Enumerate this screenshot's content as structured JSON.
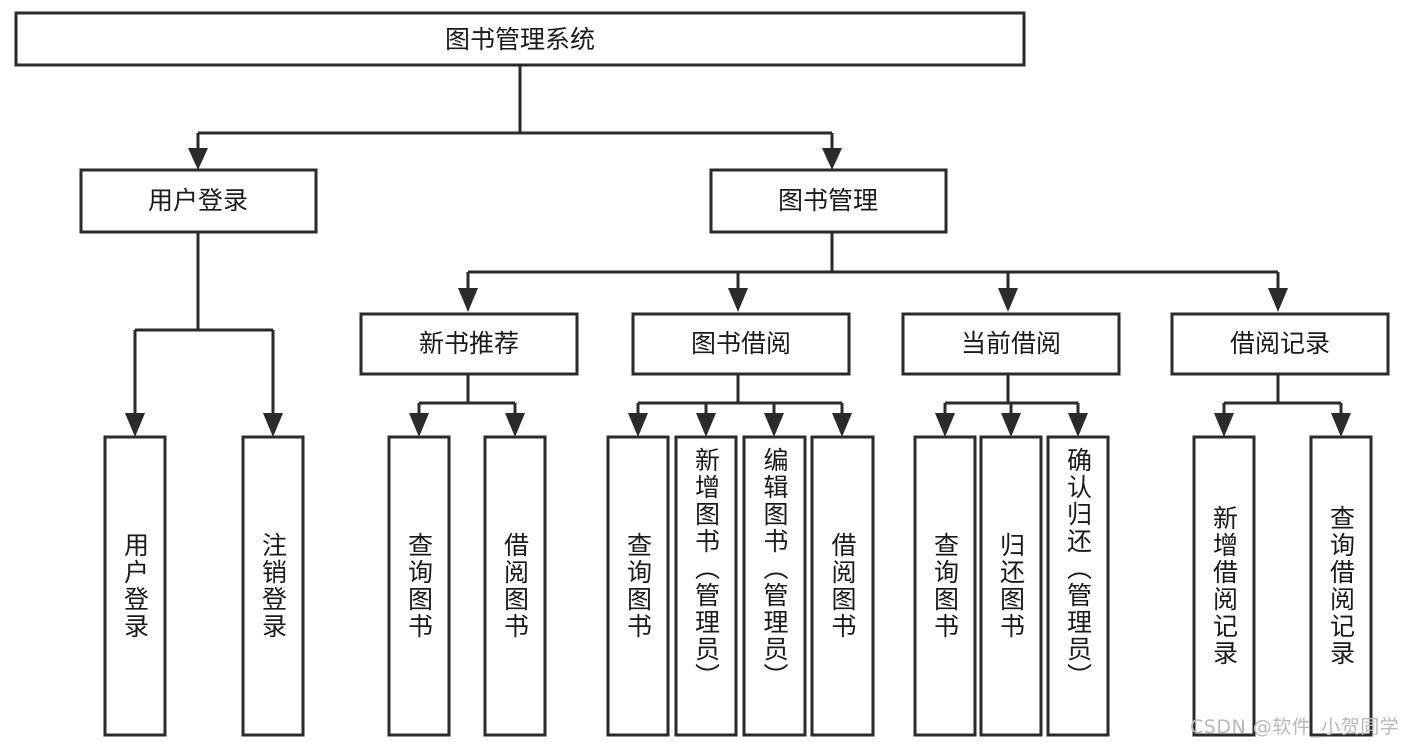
{
  "diagram": {
    "type": "tree-hierarchy-flowchart",
    "title": "图书管理系统",
    "watermark": "CSDN @软件_小贺同学",
    "colors": {
      "stroke": "#2b2b2b",
      "fill": "#ffffff",
      "text": "#1a1a1a",
      "watermark": "#b9b9b9",
      "background": "#ffffff"
    },
    "root": {
      "label": "图书管理系统"
    },
    "level2": [
      {
        "label": "用户登录"
      },
      {
        "label": "图书管理"
      }
    ],
    "level3": [
      {
        "label": "新书推荐"
      },
      {
        "label": "图书借阅"
      },
      {
        "label": "当前借阅"
      },
      {
        "label": "借阅记录"
      }
    ],
    "leaves": {
      "user_login": [
        {
          "label": "用户登录"
        },
        {
          "label": "注销登录"
        }
      ],
      "new_book": [
        {
          "label": "查询图书"
        },
        {
          "label": "借阅图书"
        }
      ],
      "book_borrow": [
        {
          "label": "查询图书"
        },
        {
          "label": "新增图书（管理员）"
        },
        {
          "label": "编辑图书（管理员）"
        },
        {
          "label": "借阅图书"
        }
      ],
      "current_borrow": [
        {
          "label": "查询图书"
        },
        {
          "label": "归还图书"
        },
        {
          "label": "确认归还（管理员）"
        }
      ],
      "borrow_record": [
        {
          "label": "新增借阅记录"
        },
        {
          "label": "查询借阅记录"
        }
      ]
    }
  }
}
